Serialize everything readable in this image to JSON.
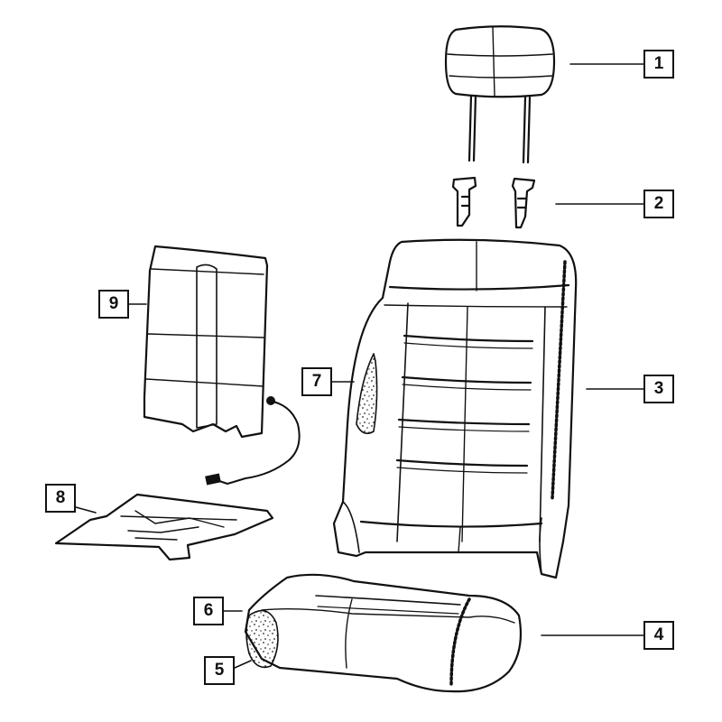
{
  "callouts": {
    "headrest": "1",
    "guides": "2",
    "seatback_cover": "3",
    "cushion_cover": "4",
    "cushion_foam": "5",
    "cushion_pad": "6",
    "seatback_foam": "7",
    "seat_sensor_mat": "8",
    "back_panel": "9"
  },
  "colors": {
    "line": "#111111",
    "background": "#ffffff"
  }
}
